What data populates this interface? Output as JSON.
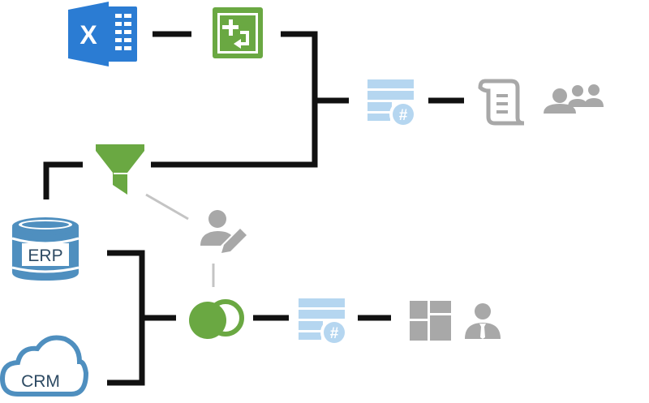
{
  "colors": {
    "excel_blue": "#2b7cd3",
    "green": "#6aa842",
    "light_blue": "#b5d6f0",
    "db_blue": "#4f8fbf",
    "gray": "#a8a8a8",
    "line": "#111111",
    "light_line": "#c4c4c4"
  },
  "nodes": {
    "excel": {
      "icon": "excel-icon",
      "letter": "X"
    },
    "transform": {
      "icon": "transform-icon"
    },
    "dataset_top": {
      "icon": "dataset-icon"
    },
    "report": {
      "icon": "scroll-report-icon"
    },
    "group": {
      "icon": "users-group-icon"
    },
    "filter": {
      "icon": "funnel-icon"
    },
    "editor": {
      "icon": "user-edit-icon"
    },
    "erp": {
      "icon": "database-icon",
      "label": "ERP"
    },
    "crm": {
      "icon": "cloud-icon",
      "label": "CRM"
    },
    "merge": {
      "icon": "merge-circles-icon"
    },
    "dataset_bottom": {
      "icon": "dataset-icon"
    },
    "dashboard": {
      "icon": "dashboard-icon"
    },
    "user": {
      "icon": "user-icon"
    }
  }
}
